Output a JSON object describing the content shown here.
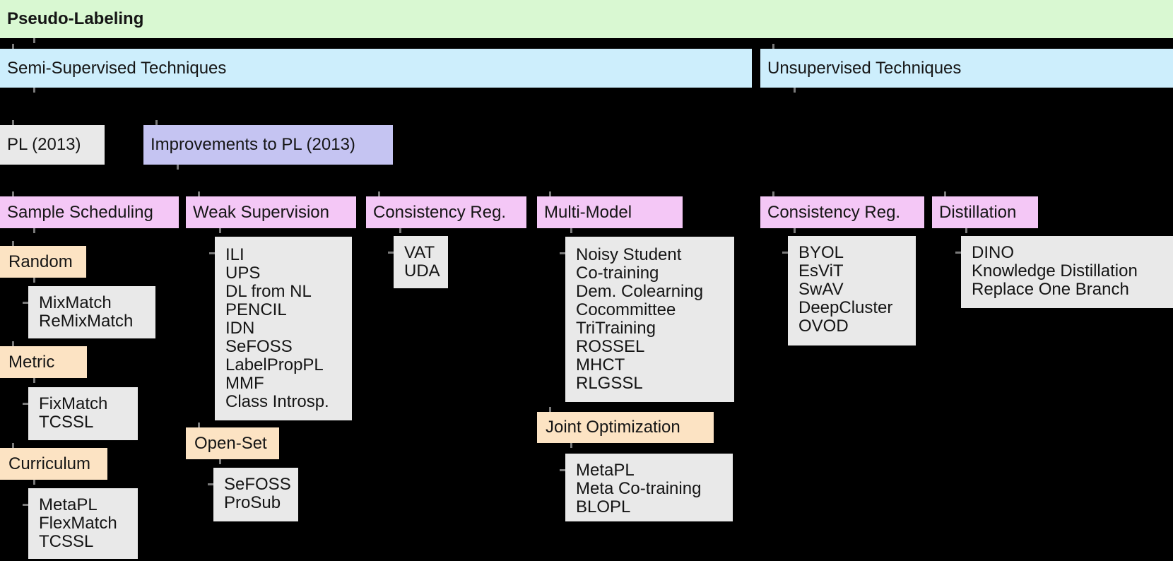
{
  "title": {
    "label": "Pseudo-Labeling"
  },
  "branches": {
    "semi_supervised": "Semi-Supervised Techniques",
    "unsupervised": "Unsupervised Techniques"
  },
  "methods": {
    "pl": "PL (2013)",
    "improvements": "Improvements to PL (2013)"
  },
  "categories": {
    "sample_scheduling": "Sample Scheduling",
    "weak_supervision": "Weak Supervision",
    "consistency_reg_semi": "Consistency Reg.",
    "multi_model": "Multi-Model",
    "consistency_reg_unsup": "Consistency Reg.",
    "distillation": "Distillation"
  },
  "subcategories": {
    "random": "Random",
    "metric": "Metric",
    "curriculum": "Curriculum",
    "open_set": "Open-Set",
    "joint_optimization": "Joint Optimization"
  },
  "lists": {
    "random_methods": [
      "MixMatch",
      "ReMixMatch"
    ],
    "metric_methods": [
      "FixMatch",
      "TCSSL"
    ],
    "curriculum_methods": [
      "MetaPL",
      "FlexMatch",
      "TCSSL"
    ],
    "weak_supervision_methods": [
      "ILI",
      "UPS",
      "DL from NL",
      "PENCIL",
      "IDN",
      "SeFOSS",
      "LabelPropPL",
      "MMF",
      "Class Introsp."
    ],
    "open_set_methods": [
      "SeFOSS",
      "ProSub"
    ],
    "consistency_semi_methods": [
      "VAT",
      "UDA"
    ],
    "multi_model_methods": [
      "Noisy Student",
      "Co-training",
      "Dem. Colearning",
      "Cocommittee",
      "TriTraining",
      "ROSSEL",
      "MHCT",
      "RLGSSL"
    ],
    "joint_optimization_methods": [
      "MetaPL",
      "Meta Co-training",
      "BLOPL"
    ],
    "consistency_unsup_methods": [
      "BYOL",
      "EsViT",
      "SwAV",
      "DeepCluster",
      "OVOD"
    ],
    "distillation_methods": [
      "DINO",
      "Knowledge Distillation",
      "Replace One Branch"
    ]
  },
  "colors": {
    "root_green": "#d9f8d2",
    "branch_blue": "#cdeefc",
    "improvement_purple": "#c5c4f2",
    "category_pink": "#f4c7f6",
    "subcategory_orange": "#fce3c3",
    "method_gray": "#e9e9e9",
    "background": "#000000",
    "text": "#151515"
  }
}
